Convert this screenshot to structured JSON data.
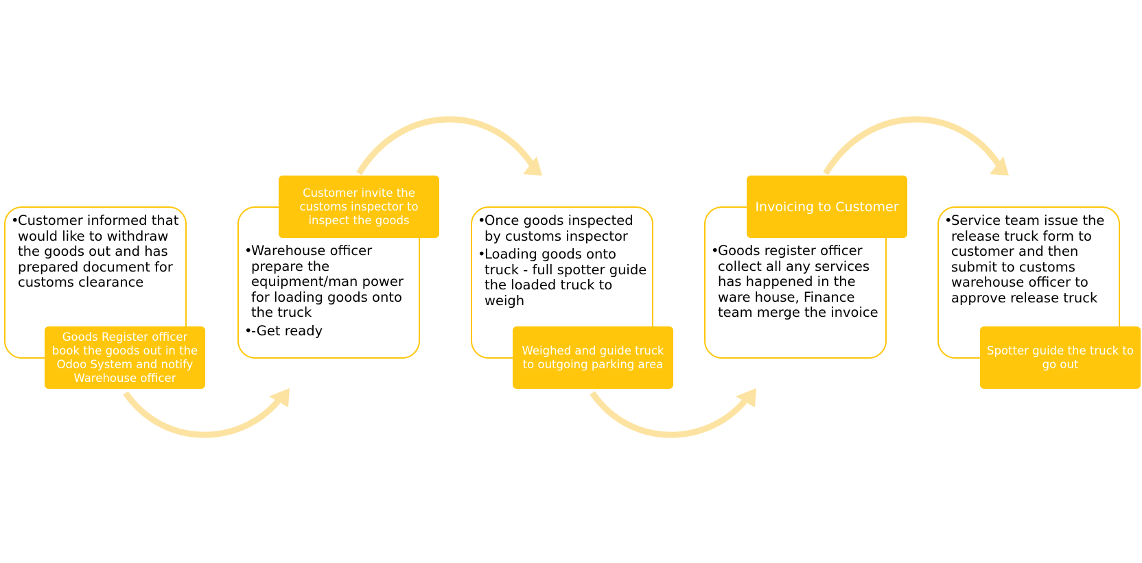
{
  "colors": {
    "accent": "#ffc60b",
    "arrow": "#fde3a1"
  },
  "steps": [
    {
      "title": "Goods Register officer book the goods out in the Odoo System and notify Warehouse officer",
      "bullets": [
        "Customer informed that would like to withdraw the goods out and has prepared document for customs clearance"
      ]
    },
    {
      "title": "Customer invite the customs inspector to inspect the goods",
      "bullets": [
        "Warehouse officer prepare the equipment/man power for loading goods onto the truck",
        "-Get ready"
      ]
    },
    {
      "title": "Weighed and guide truck to outgoing parking area",
      "bullets": [
        "Once goods inspected by customs inspector",
        "Loading goods onto truck - full spotter guide the loaded truck to weigh"
      ]
    },
    {
      "title": "Invoicing to Customer",
      "bullets": [
        "Goods register officer collect all any services has happened in the ware house, Finance team merge the invoice"
      ]
    },
    {
      "title": "Spotter guide the truck to go out",
      "bullets": [
        "Service team issue the release truck form to customer and then submit to customs warehouse officer to approve release truck"
      ]
    }
  ]
}
